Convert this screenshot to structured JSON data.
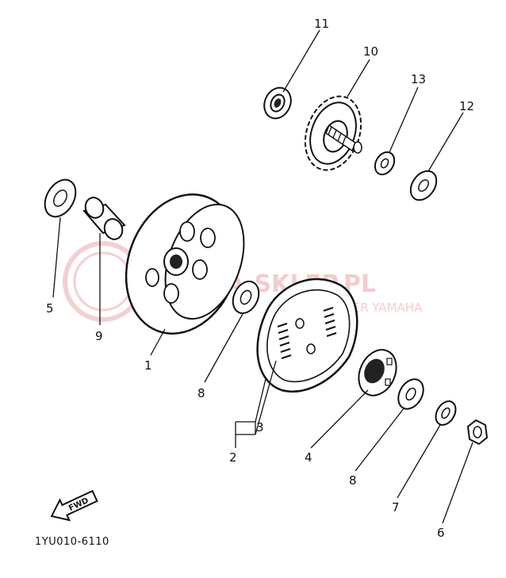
{
  "diagram": {
    "part_labels": [
      {
        "id": "1",
        "text": "1"
      },
      {
        "id": "2",
        "text": "2"
      },
      {
        "id": "3",
        "text": "3"
      },
      {
        "id": "4",
        "text": "4"
      },
      {
        "id": "5",
        "text": "5"
      },
      {
        "id": "6",
        "text": "6"
      },
      {
        "id": "7",
        "text": "7"
      },
      {
        "id": "8a",
        "text": "8"
      },
      {
        "id": "8b",
        "text": "8"
      },
      {
        "id": "9",
        "text": "9"
      },
      {
        "id": "10",
        "text": "10"
      },
      {
        "id": "11",
        "text": "11"
      },
      {
        "id": "12",
        "text": "12"
      },
      {
        "id": "13",
        "text": "13"
      }
    ],
    "direction_arrow_label": "FWD",
    "drawing_code": "1YU010-6110"
  },
  "watermark": {
    "text": "MA-SKLEP.PL",
    "subtext": "DEALER YAMAHA",
    "color": "#e8a0a0"
  }
}
